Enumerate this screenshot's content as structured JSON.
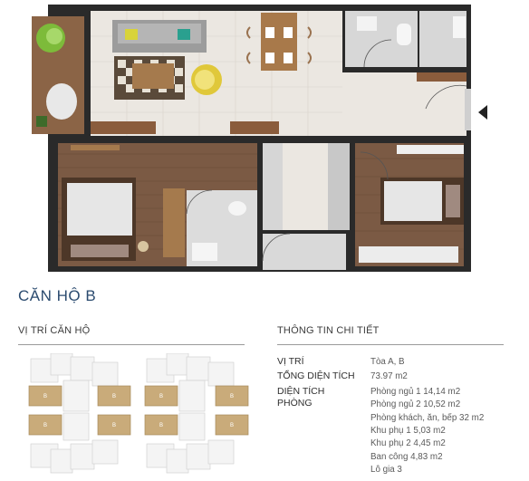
{
  "apartment": {
    "title": "CĂN HỘ B"
  },
  "location_section": {
    "heading": "VỊ TRÍ CĂN HỘ",
    "unit_label": "B"
  },
  "details_section": {
    "heading": "THÔNG TIN CHI TIẾT",
    "rows": [
      {
        "label": "VỊ TRÍ",
        "values": [
          "Tòa A, B"
        ]
      },
      {
        "label": "TỔNG DIỆN TÍCH",
        "values": [
          "73.97 m2"
        ]
      },
      {
        "label": "DIỆN TÍCH PHÒNG",
        "label_lines": [
          "DIỆN TÍCH",
          "PHÒNG"
        ],
        "values": [
          "Phòng ngủ 1 14,14 m2",
          "Phòng ngủ 2 10,52 m2",
          "Phòng khách, ăn, bếp 32 m2",
          "Khu phụ 1 5,03 m2",
          "Khu phụ 2 4,45 m2",
          "Ban công 4,83 m2",
          "Lô gia 3"
        ]
      }
    ]
  },
  "colors": {
    "title": "#2b4b6f",
    "wall": "#1a1a1a",
    "floor_tile": "#ece8e2",
    "wood_floor": "#7a5a45",
    "unit_highlight": "#c9ab7a"
  }
}
